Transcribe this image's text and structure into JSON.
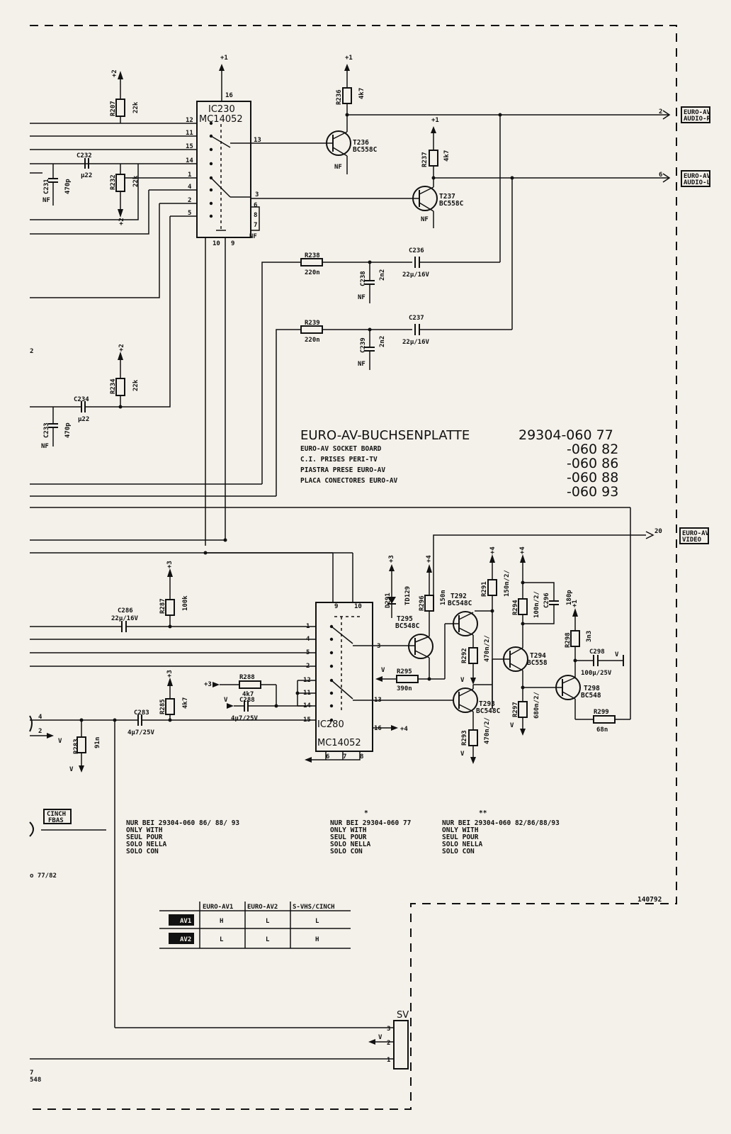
{
  "ics": {
    "ic230_ref": "IC230",
    "ic230_type": "MC14052",
    "ic280_ref": "IC280",
    "ic280_type": "MC14052"
  },
  "ic230_pins": {
    "p16": "16",
    "p12": "12",
    "p11": "11",
    "p15": "15",
    "p14": "14",
    "p1": "1",
    "p4": "4",
    "p2": "2",
    "p5": "5",
    "p13": "13",
    "p3": "3",
    "p6": "6",
    "p8": "8",
    "p7": "7",
    "p10": "10",
    "p9": "9",
    "nf": "NF"
  },
  "ic280_pins": {
    "p9": "9",
    "p10": "10",
    "p1": "1",
    "p4": "4",
    "p5": "5",
    "p2": "2",
    "p12": "12",
    "p11": "11",
    "p14": "14",
    "p15": "15",
    "p3": "3",
    "p13": "13",
    "p16": "16",
    "p6": "6",
    "p7": "7",
    "p8": "8"
  },
  "supplies": {
    "plus1": "+1",
    "plus2": "+2",
    "plus3": "+3",
    "plus4": "+4",
    "v": "V",
    "nf": "NF",
    "pin16_label": "+4"
  },
  "components": {
    "r207": "R207",
    "r207v": "22k",
    "r232": "R232",
    "r232v": "22k",
    "r234": "R234",
    "r234v": "22k",
    "r236": "R236",
    "r236v": "4k7",
    "r237": "R237",
    "r237v": "4k7",
    "r238": "R238",
    "r238v": "220n",
    "r239": "R239",
    "r239v": "220n",
    "c231": "C231",
    "c231v": "470p",
    "c232": "C232",
    "c232v": "µ22",
    "c233": "C233",
    "c233v": "470p",
    "c234": "C234",
    "c234v": "µ22",
    "c236": "C236",
    "c236v": "22µ/16V",
    "c237": "C237",
    "c237v": "22µ/16V",
    "c238": "C238",
    "c238v": "2n2",
    "c239": "C239",
    "c239v": "2n2",
    "t236": "T236",
    "t236v": "BC558C",
    "t237": "T237",
    "t237v": "BC558C",
    "c286": "C286",
    "c286v": "22µ/16V",
    "r287": "R287",
    "r287v": "100k",
    "r288": "R288",
    "r288v": "4k7",
    "c288": "C288",
    "c288v": "4µ7/25V",
    "c283": "C283",
    "c283v": "4µ7/25V",
    "r285": "R285",
    "r285v": "4k7",
    "r283": "R283",
    "r283v": "91n",
    "d291": "D291",
    "d291v": "TD129",
    "r296": "R296",
    "r296v": "150n",
    "t295": "T295",
    "t295v": "BC548C",
    "r295": "R295",
    "r295v": "390n",
    "t292": "T292",
    "t292v": "BC548C",
    "r291": "R291",
    "r291v": "150n/2/",
    "r292": "R292",
    "r292v": "470n/2/",
    "t293": "T293",
    "t293v": "BC548C",
    "r293": "R293",
    "r293v": "470n/2/",
    "r294": "R294",
    "r294v": "100n/2/",
    "c296": "C296",
    "c296v": "180p",
    "t294": "T294",
    "t294v": "BC558",
    "r297": "R297",
    "r297v": "680n/2/",
    "r298": "R298",
    "r298v": "3n3",
    "c298": "C298",
    "c298v": "100µ/25V",
    "t298": "T298",
    "t298v": "BC548",
    "r299": "R299",
    "r299v": "68n"
  },
  "outputs": {
    "audio_r_pin": "2",
    "audio_r_l1": "EURO-AV",
    "audio_r_l2": "AUDIO-R",
    "audio_l_pin": "6",
    "audio_l_l1": "EURO-AV",
    "audio_l_l2": "AUDIO-L",
    "video_pin": "20",
    "video_l1": "EURO-AV",
    "video_l2": "VIDEO"
  },
  "title_block": {
    "title": "EURO-AV-BUCHSENPLATTE",
    "line1": "EURO-AV SOCKET BOARD",
    "line2": "C.I. PRISES PERI-TV",
    "line3": "PIASTRA PRESE EURO-AV",
    "line4": "PLACA CONECTORES EURO-AV",
    "num0": "29304-060 77",
    "num1": "-060 82",
    "num2": "-060 86",
    "num3": "-060 88",
    "num4": "-060 93"
  },
  "notes": {
    "n1": [
      "NUR BEI 29304-060 86/ 88/ 93",
      "ONLY WITH",
      "SEUL POUR",
      "SOLO NELLA",
      "SOLO CON"
    ],
    "n2_mark": "*",
    "n2": [
      "NUR BEI 29304-060 77",
      "ONLY WITH",
      "SEUL POUR",
      "SOLO NELLA",
      "SOLO CON"
    ],
    "n3_mark": "**",
    "n3": [
      "NUR BEI 29304-060 82/86/88/93",
      "ONLY WITH",
      "SEUL POUR",
      "SOLO NELLA",
      "SOLO CON"
    ]
  },
  "cinch": {
    "l1": "CINCH",
    "l2": "FBAS"
  },
  "left_edge": {
    "num2": "2",
    "pin4": "4",
    "pin2": "2",
    "v": "V",
    "partial_ref": "o 77/82",
    "bottom_a": "7",
    "bottom_b": "548"
  },
  "truth_table": {
    "headers": [
      "EURO-AV1",
      "EURO-AV2",
      "S-VHS/CINCH"
    ],
    "rows": [
      {
        "label": "AV1",
        "values": [
          "H",
          "L",
          "L"
        ]
      },
      {
        "label": "AV2",
        "values": [
          "L",
          "L",
          "H"
        ]
      }
    ]
  },
  "sv": {
    "ref": "SV",
    "p1": "1",
    "p2": "2",
    "p3": "3",
    "v": "V"
  },
  "doc_number": "140792"
}
